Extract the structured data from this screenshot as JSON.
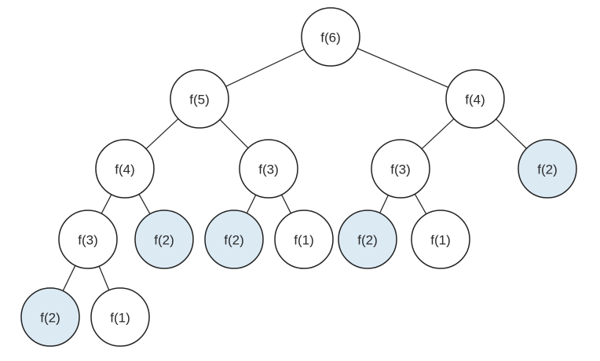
{
  "diagram": {
    "colors": {
      "default_fill": "#ffffff",
      "highlight_fill": "#dceaf4",
      "stroke": "#222222",
      "edge": "#2b2b2b",
      "text": "#2a2a2a"
    },
    "nodes": [
      {
        "id": "n6",
        "label": "f(6)",
        "highlighted": false
      },
      {
        "id": "n5",
        "label": "f(5)",
        "highlighted": false
      },
      {
        "id": "n4r",
        "label": "f(4)",
        "highlighted": false
      },
      {
        "id": "n4l",
        "label": "f(4)",
        "highlighted": false
      },
      {
        "id": "n3m",
        "label": "f(3)",
        "highlighted": false
      },
      {
        "id": "n3r",
        "label": "f(3)",
        "highlighted": false
      },
      {
        "id": "n2rr",
        "label": "f(2)",
        "highlighted": true
      },
      {
        "id": "n3l",
        "label": "f(3)",
        "highlighted": false
      },
      {
        "id": "n2a",
        "label": "f(2)",
        "highlighted": true
      },
      {
        "id": "n2b",
        "label": "f(2)",
        "highlighted": true
      },
      {
        "id": "n1b",
        "label": "f(1)",
        "highlighted": false
      },
      {
        "id": "n2c",
        "label": "f(2)",
        "highlighted": true
      },
      {
        "id": "n1c",
        "label": "f(1)",
        "highlighted": false
      },
      {
        "id": "n2d",
        "label": "f(2)",
        "highlighted": true
      },
      {
        "id": "n1d",
        "label": "f(1)",
        "highlighted": false
      }
    ],
    "edges": [
      [
        "n6",
        "n5"
      ],
      [
        "n6",
        "n4r"
      ],
      [
        "n5",
        "n4l"
      ],
      [
        "n5",
        "n3m"
      ],
      [
        "n4r",
        "n3r"
      ],
      [
        "n4r",
        "n2rr"
      ],
      [
        "n4l",
        "n3l"
      ],
      [
        "n4l",
        "n2a"
      ],
      [
        "n3m",
        "n2b"
      ],
      [
        "n3m",
        "n1b"
      ],
      [
        "n3r",
        "n2c"
      ],
      [
        "n3r",
        "n1c"
      ],
      [
        "n3l",
        "n2d"
      ],
      [
        "n3l",
        "n1d"
      ]
    ]
  }
}
